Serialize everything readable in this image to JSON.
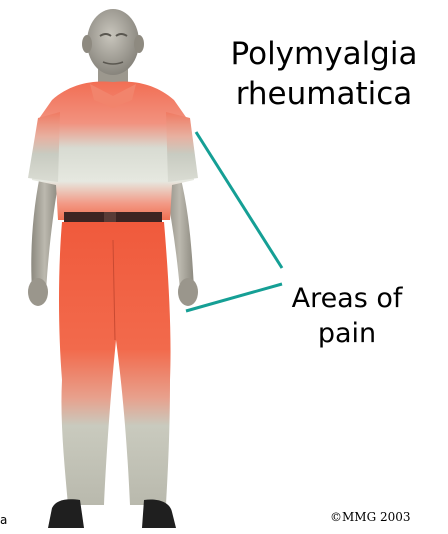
{
  "title": {
    "line1": "Polymyalgia",
    "line2": "rheumatica"
  },
  "callout": {
    "line1": "Areas of",
    "line2": "pain"
  },
  "copyright": "©MMG 2003",
  "fragment": "a",
  "colors": {
    "pain": "#f06a4a",
    "pointer": "#159f95",
    "clothing_neutral": "#cfd1c6",
    "skin": "#a8a49a"
  }
}
